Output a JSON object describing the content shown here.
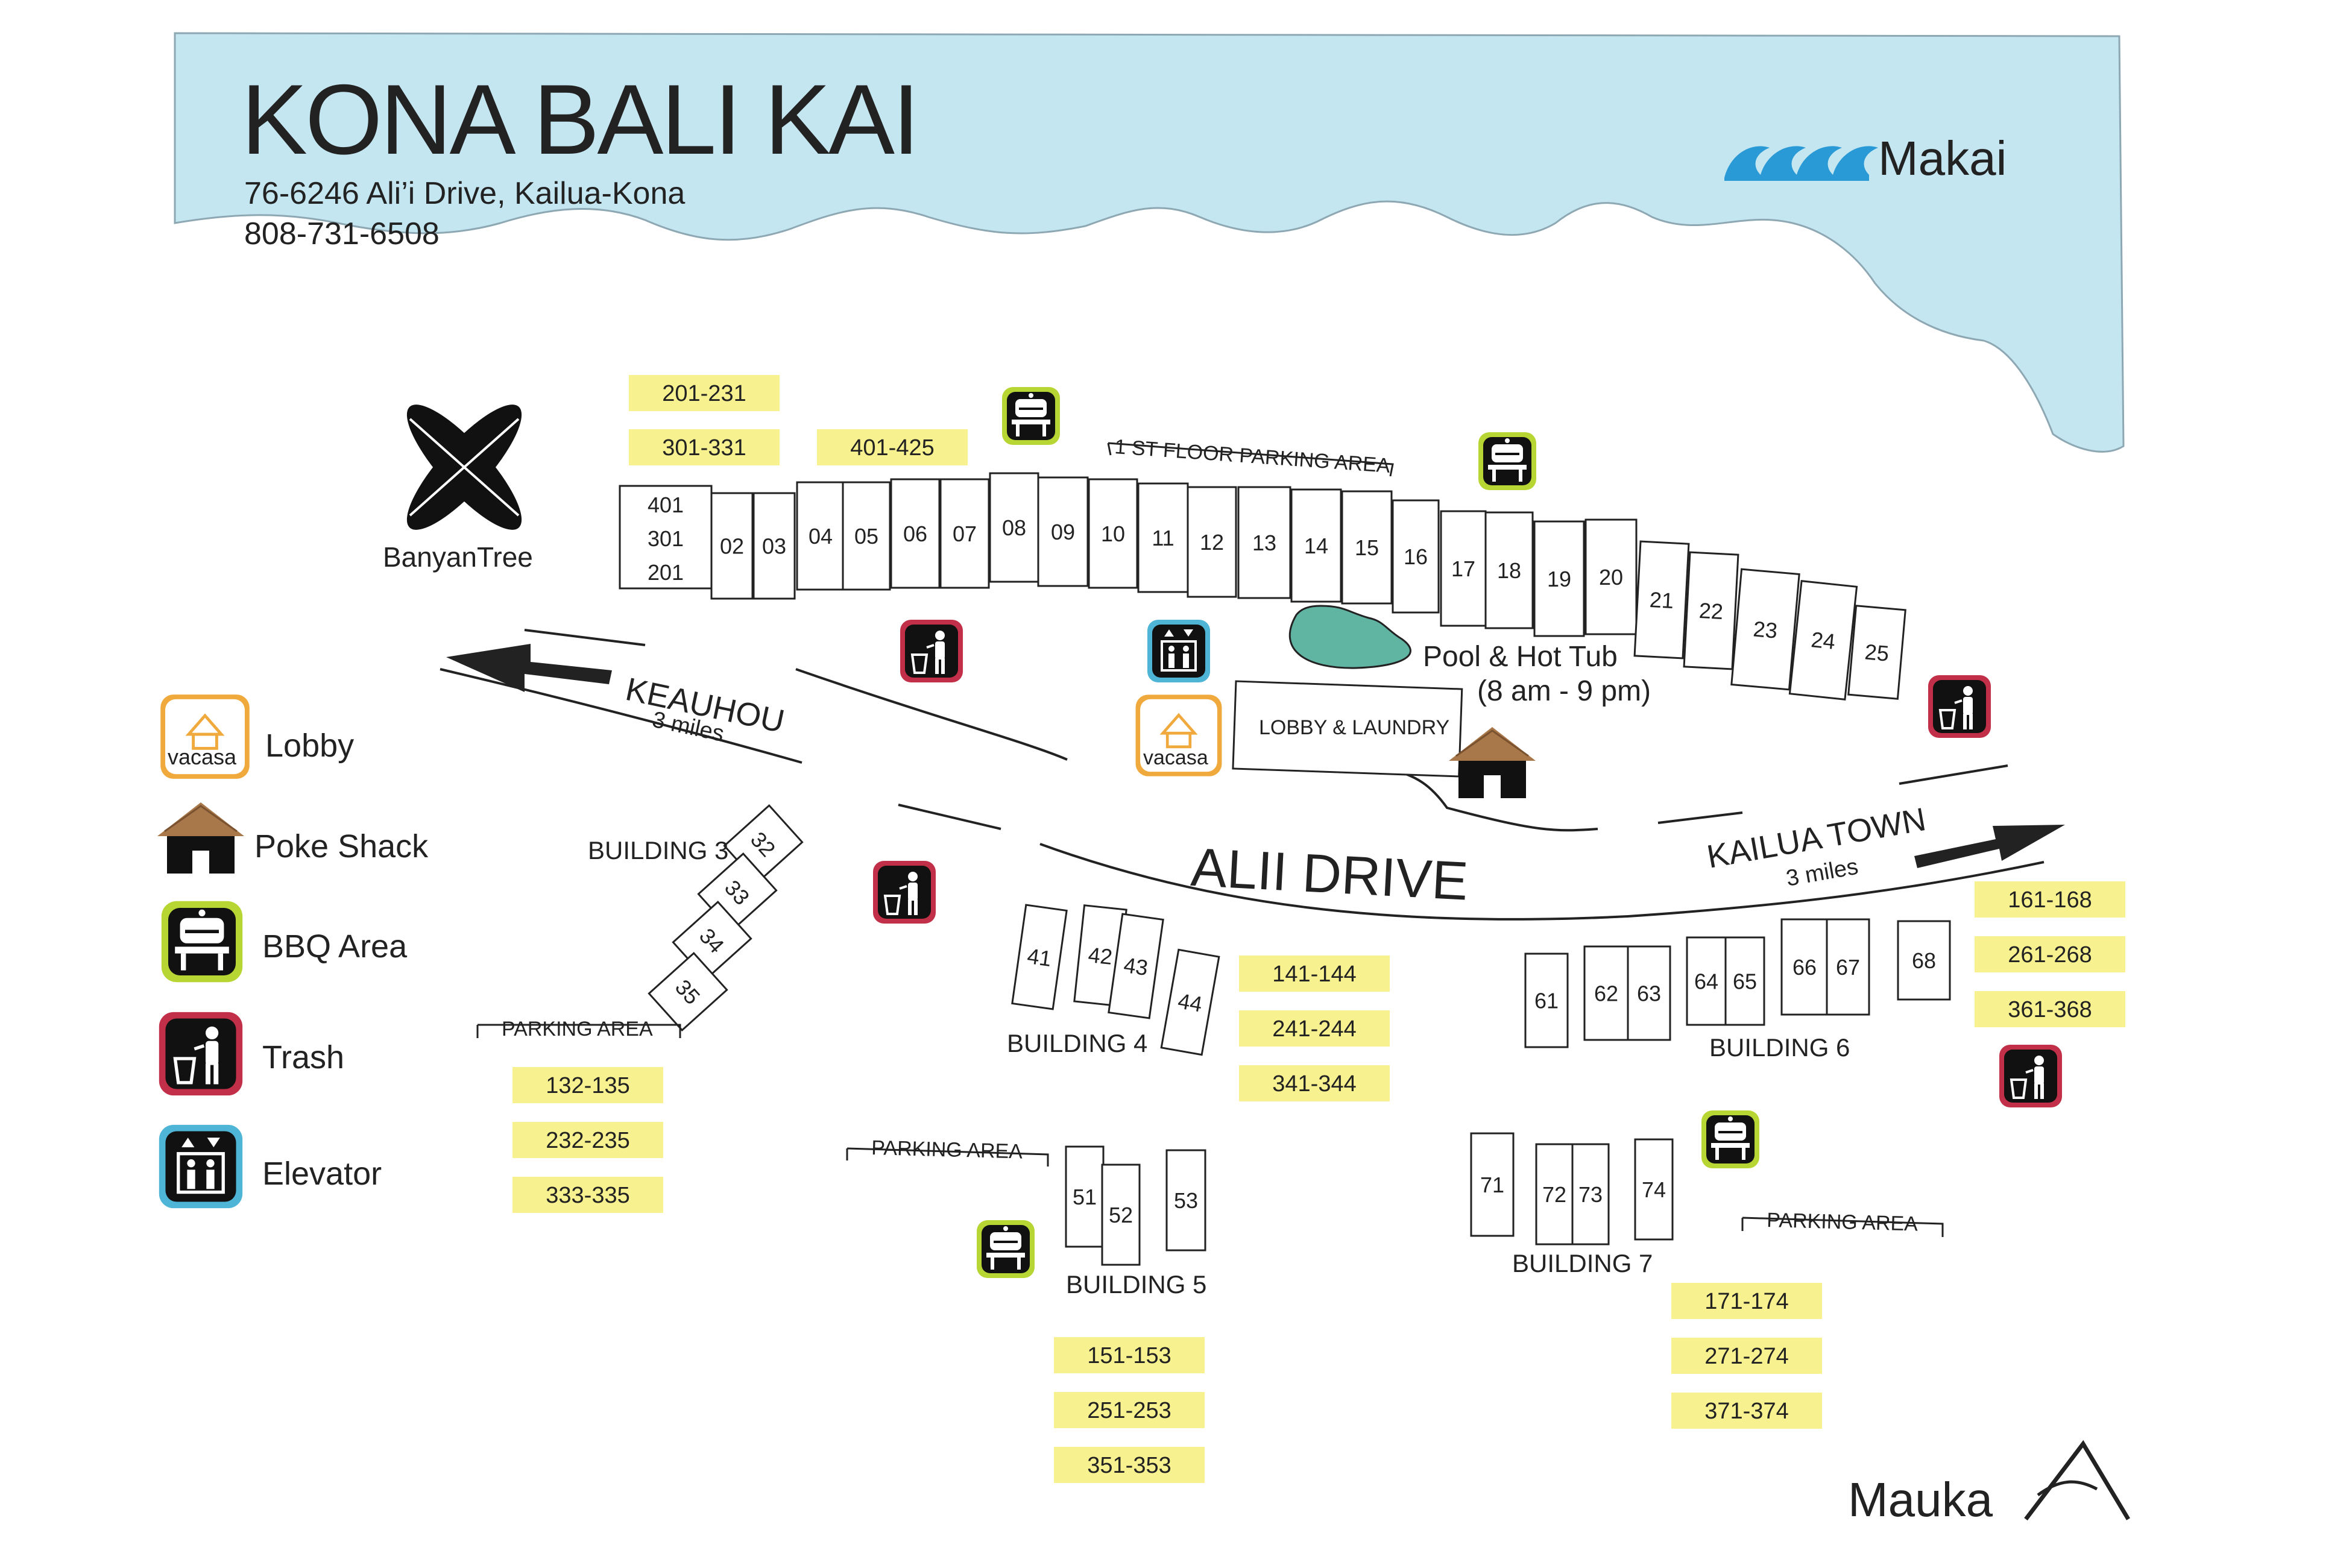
{
  "resort": {
    "title": "KONA BALI KAI",
    "address": "76-6246 Ali’i Drive, Kailua-Kona",
    "phone": "808-731-6508"
  },
  "compass": {
    "ocean": "Makai",
    "mountain": "Mauka"
  },
  "colors": {
    "ocean": "#c4e6f1",
    "unit_tag": "#f8f18f",
    "pool": "#5fb4a2",
    "lobby_icon": "#f0a93c",
    "bbq_icon": "#b7d634",
    "trash_icon": "#c22f48",
    "elevator_icon": "#4fb5d6",
    "wave": "#2a9ad6"
  },
  "legend": [
    {
      "icon": "lobby-icon",
      "label": "Lobby"
    },
    {
      "icon": "poke-shack-icon",
      "label": "Poke Shack"
    },
    {
      "icon": "bbq-icon",
      "label": "BBQ Area"
    },
    {
      "icon": "trash-icon",
      "label": "Trash"
    },
    {
      "icon": "elevator-icon",
      "label": "Elevator"
    }
  ],
  "brand_text": "vacasa",
  "landmarks": {
    "banyan": "BanyanTree",
    "pool": "Pool & Hot Tub",
    "pool_hours": "(8 am - 9 pm)",
    "lobby_building": "LOBBY & LAUNDRY",
    "first_floor_parking": "1 ST FLOOR PARKING AREA"
  },
  "roads": {
    "main": "ALII DRIVE",
    "west": "KEAUHOU",
    "west_distance": "3 miles",
    "east": "KAILUA TOWN",
    "east_distance": "3 miles"
  },
  "parking_label": "PARKING AREA",
  "main_building": {
    "first_unit": [
      "401",
      "301",
      "201"
    ],
    "units": [
      "02",
      "03",
      "04",
      "05",
      "06",
      "07",
      "08",
      "09",
      "10",
      "11",
      "12",
      "13",
      "14",
      "15",
      "16",
      "17",
      "18",
      "19",
      "20",
      "21",
      "22",
      "23",
      "24",
      "25"
    ],
    "tags": [
      "201-231",
      "301-331",
      "401-425"
    ]
  },
  "buildings": [
    {
      "name": "BUILDING 3",
      "units": [
        "32",
        "33",
        "34",
        "35"
      ],
      "tags": [
        "132-135",
        "232-235",
        "333-335"
      ]
    },
    {
      "name": "BUILDING 4",
      "units": [
        "41",
        "42",
        "43",
        "44"
      ],
      "tags": [
        "141-144",
        "241-244",
        "341-344"
      ]
    },
    {
      "name": "BUILDING 5",
      "units": [
        "51",
        "52",
        "53"
      ],
      "tags": [
        "151-153",
        "251-253",
        "351-353"
      ]
    },
    {
      "name": "BUILDING 6",
      "units": [
        "61",
        "62",
        "63",
        "64",
        "65",
        "66",
        "67",
        "68"
      ],
      "tags": [
        "161-168",
        "261-268",
        "361-368"
      ]
    },
    {
      "name": "BUILDING 7",
      "units": [
        "71",
        "72",
        "73",
        "74"
      ],
      "tags": [
        "171-174",
        "271-274",
        "371-374"
      ]
    }
  ]
}
